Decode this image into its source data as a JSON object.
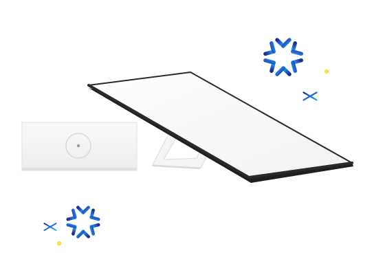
{
  "scene": {
    "background_color": "#ffffff",
    "objects": [
      "router-device",
      "satellite-dish",
      "dish-kickstand",
      "snowflake-icon",
      "sparkle-dot"
    ]
  },
  "colors": {
    "device_white": "#f6f6f6",
    "device_shadow": "#e3e3e3",
    "dish_edge": "#2a2a2a",
    "snowflake_gradient": [
      "#1d2b8c",
      "#1f5fd0",
      "#22b3e6"
    ],
    "sparkle_yellow": "#f5e24b"
  }
}
